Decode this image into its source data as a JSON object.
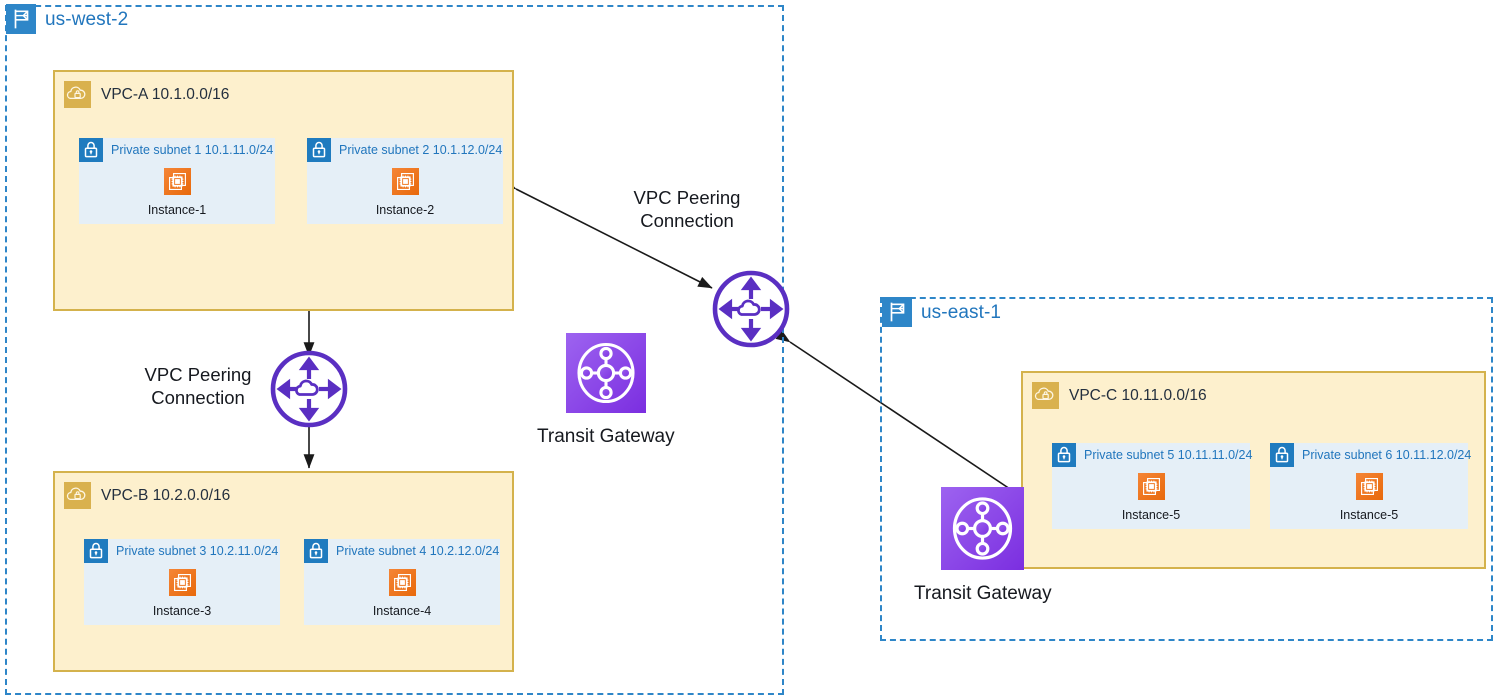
{
  "diagram": {
    "title": "AWS VPC peering and Transit Gateway architecture",
    "colors": {
      "region_border": "#2e86c8",
      "region_label": "#2176bd",
      "vpc_border": "#d4b24c",
      "vpc_fill": "#fdf0cd",
      "vpc_icon": "#d9b14e",
      "subnet_fill": "#e5eff7",
      "subnet_icon": "#1f7bbf",
      "subnet_label": "#2176bd",
      "instance_orange": "#ed7100",
      "peering_purple": "#5a2fc2",
      "transit_gateway_purple": "#8c4fe8",
      "arrow": "#1a1a1a",
      "text": "#16191f"
    },
    "regions": [
      {
        "id": "us-west-2",
        "label": "us-west-2",
        "icon": "region-flag-icon",
        "vpcs": [
          {
            "id": "vpc-a",
            "label": "VPC-A 10.1.0.0/16",
            "icon": "vpc-cloud-lock-icon",
            "subnets": [
              {
                "id": "private-subnet-1",
                "label": "Private subnet 1 10.1.11.0/24",
                "icon": "private-subnet-lock-icon",
                "instance": {
                  "label": "Instance-1",
                  "icon": "ec2-instance-icon"
                }
              },
              {
                "id": "private-subnet-2",
                "label": "Private subnet 2 10.1.12.0/24",
                "icon": "private-subnet-lock-icon",
                "instance": {
                  "label": "Instance-2",
                  "icon": "ec2-instance-icon"
                }
              }
            ]
          },
          {
            "id": "vpc-b",
            "label": "VPC-B 10.2.0.0/16",
            "icon": "vpc-cloud-lock-icon",
            "subnets": [
              {
                "id": "private-subnet-3",
                "label": "Private subnet 3 10.2.11.0/24",
                "icon": "private-subnet-lock-icon",
                "instance": {
                  "label": "Instance-3",
                  "icon": "ec2-instance-icon"
                }
              },
              {
                "id": "private-subnet-4",
                "label": "Private subnet 4 10.2.12.0/24",
                "icon": "private-subnet-lock-icon",
                "instance": {
                  "label": "Instance-4",
                  "icon": "ec2-instance-icon"
                }
              }
            ]
          }
        ]
      },
      {
        "id": "us-east-1",
        "label": "us-east-1",
        "icon": "region-flag-icon",
        "vpcs": [
          {
            "id": "vpc-c",
            "label": "VPC-C 10.11.0.0/16",
            "icon": "vpc-cloud-lock-icon",
            "subnets": [
              {
                "id": "private-subnet-5",
                "label": "Private subnet 5 10.11.11.0/24",
                "icon": "private-subnet-lock-icon",
                "instance": {
                  "label": "Instance-5",
                  "icon": "ec2-instance-icon"
                }
              },
              {
                "id": "private-subnet-6",
                "label": "Private subnet 6 10.11.12.0/24",
                "icon": "private-subnet-lock-icon",
                "instance": {
                  "label": "Instance-5",
                  "icon": "ec2-instance-icon"
                }
              }
            ]
          }
        ]
      }
    ],
    "peering_nodes": [
      {
        "id": "peering-ab",
        "icon": "vpc-peering-icon",
        "label": "VPC Peering\nConnection"
      },
      {
        "id": "peering-cross-region",
        "icon": "vpc-peering-icon",
        "label": "VPC Peering\nConnection"
      }
    ],
    "transit_gateways": [
      {
        "id": "tgw-west",
        "label": "Transit Gateway",
        "icon": "transit-gateway-icon"
      },
      {
        "id": "tgw-east",
        "label": "Transit Gateway",
        "icon": "transit-gateway-icon"
      }
    ],
    "connections": [
      {
        "id": "vpc-a-to-peering-ab",
        "style": "double-headed-arrow",
        "orientation": "vertical"
      },
      {
        "id": "peering-ab-to-vpc-b",
        "style": "double-headed-arrow",
        "orientation": "vertical"
      },
      {
        "id": "vpc-a-to-cross-region-peering",
        "style": "double-headed-arrow",
        "orientation": "diagonal"
      },
      {
        "id": "cross-region-peering-to-vpc-c",
        "style": "double-headed-arrow",
        "orientation": "diagonal"
      }
    ]
  }
}
